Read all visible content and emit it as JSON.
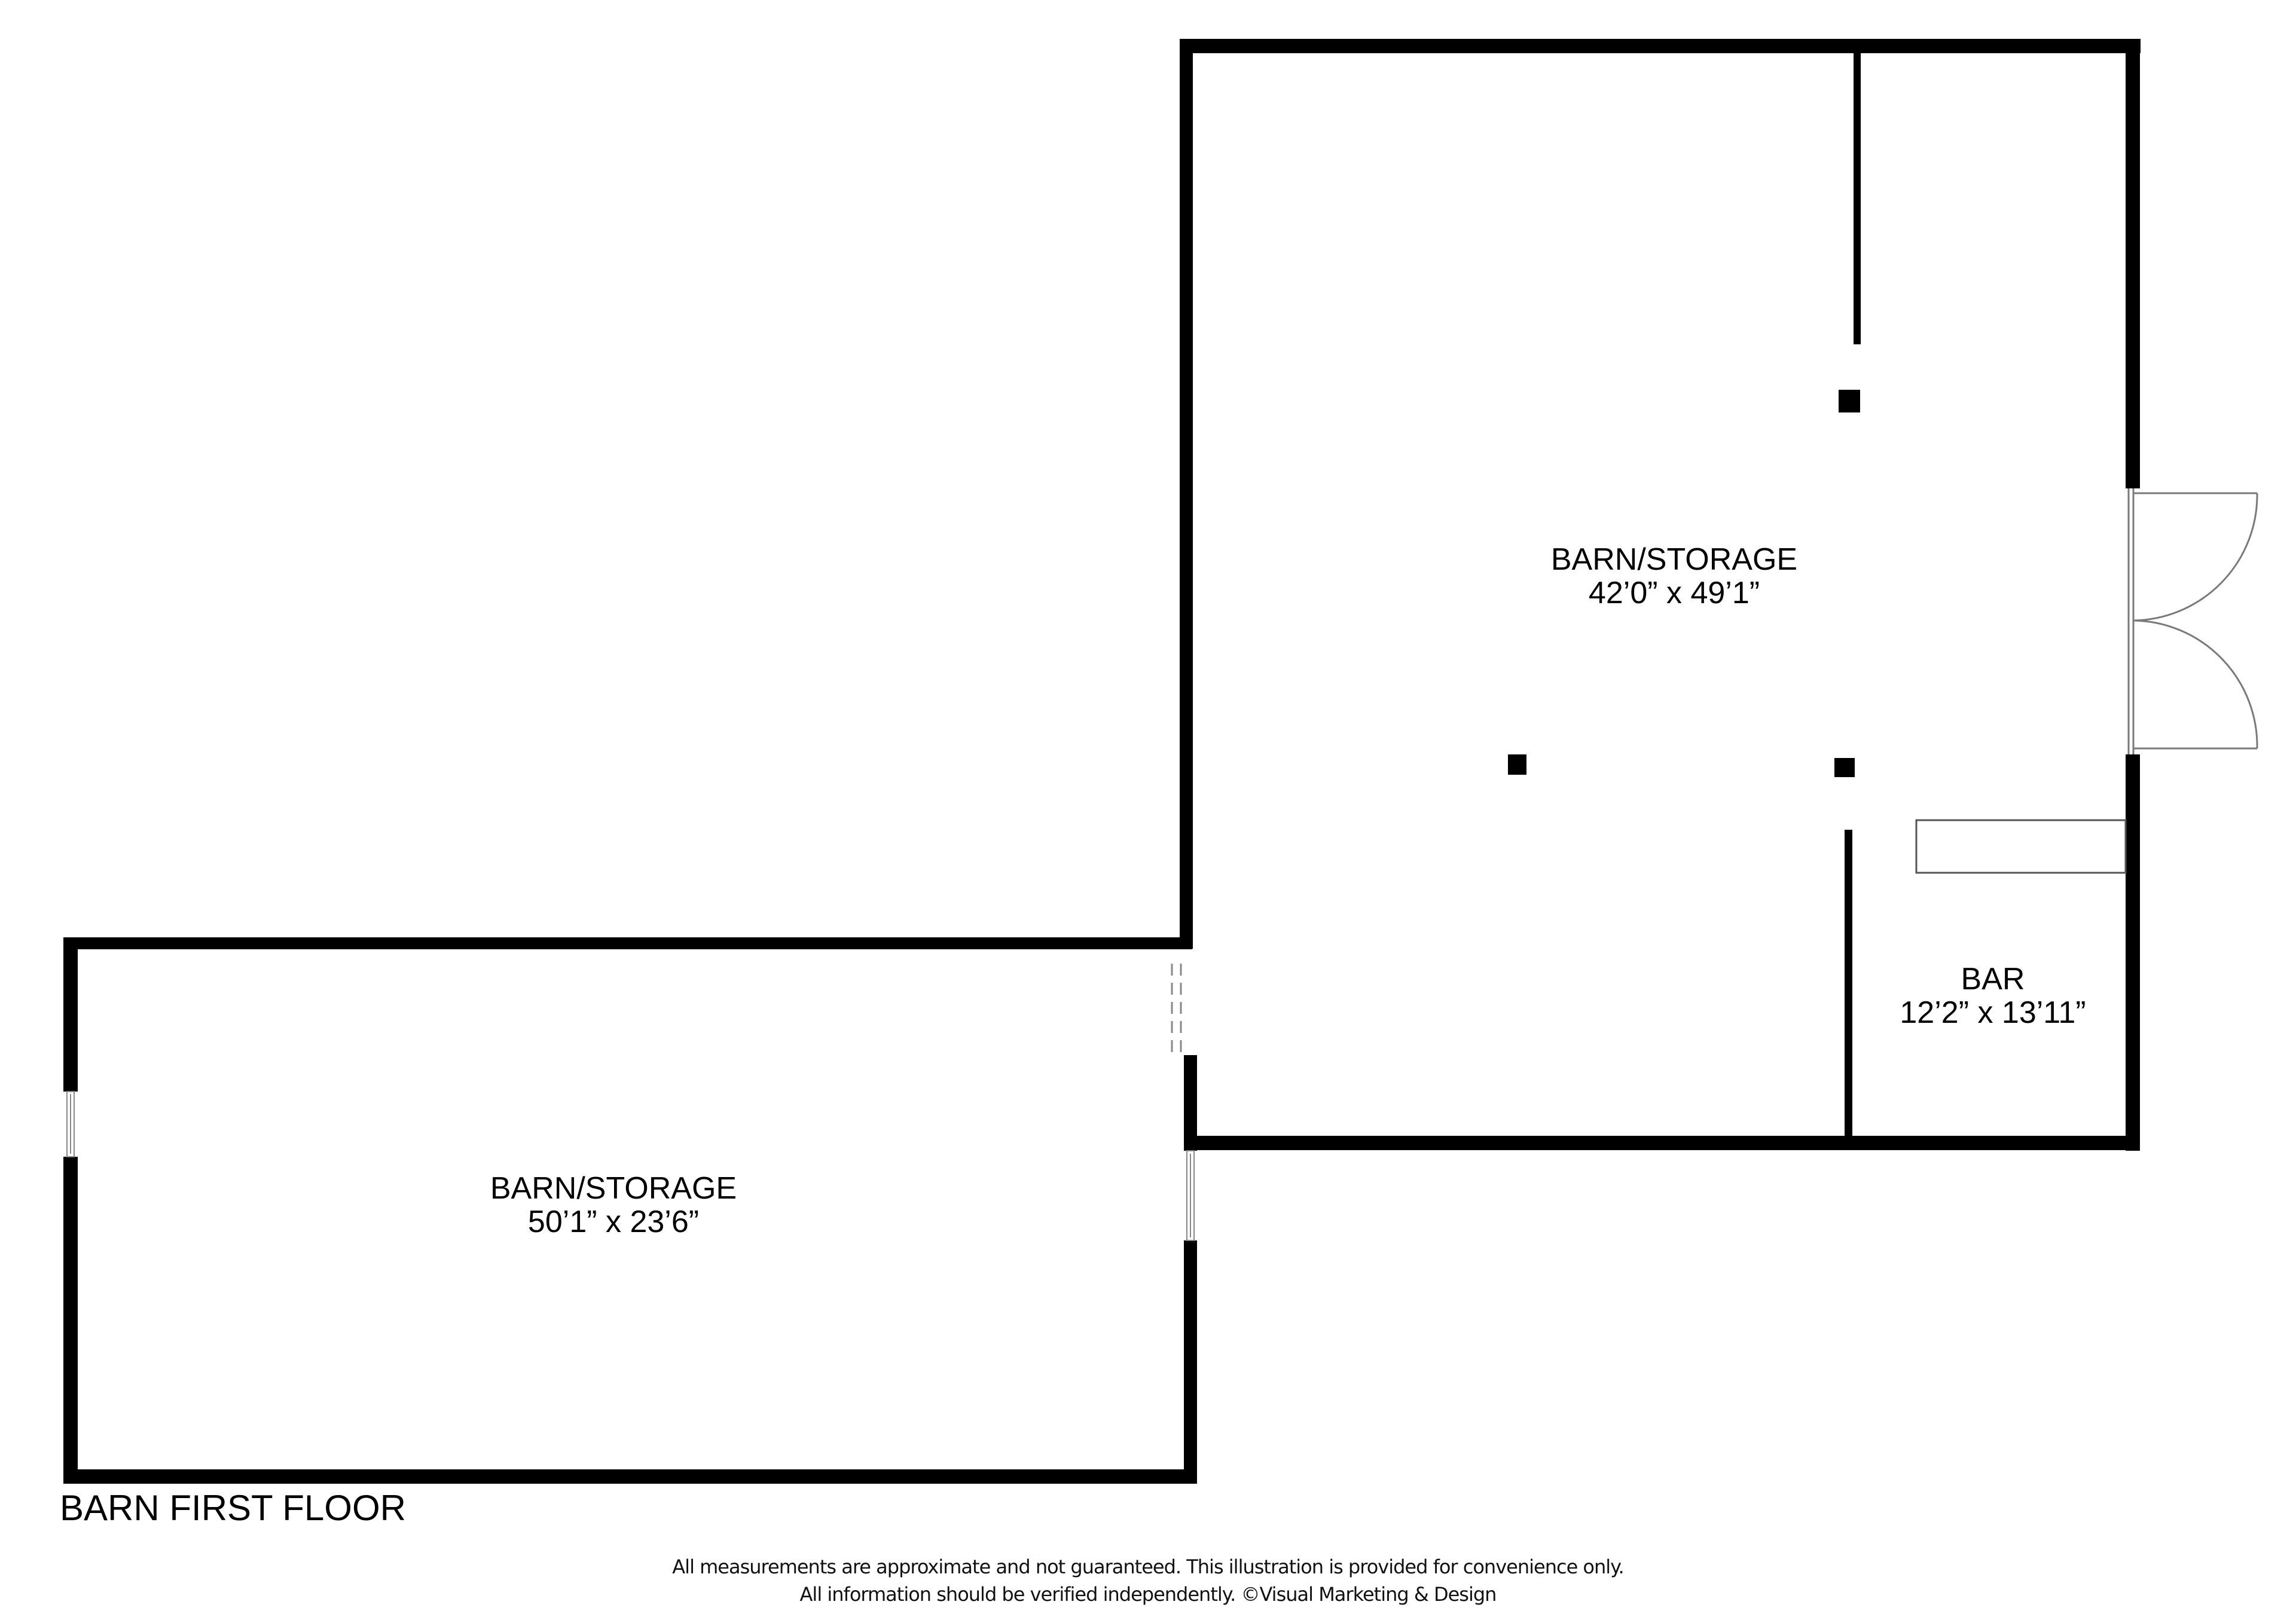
{
  "floor_title": "BARN FIRST FLOOR",
  "rooms": [
    {
      "name": "BARN/STORAGE",
      "dimensions": "42’0” x 49’1”"
    },
    {
      "name": "BAR",
      "dimensions": "12’2” x 13’11”"
    },
    {
      "name": "BARN/STORAGE",
      "dimensions": "50’1” x 23’6”"
    }
  ],
  "disclaimer": {
    "line1": "All measurements are approximate and not guaranteed. This illustration is provided for convenience only.",
    "line2": "All information should be verified independently. ©Visual Marketing & Design"
  },
  "colors": {
    "wall": "#000000",
    "fixture_line": "#7a7a7a",
    "background": "#ffffff"
  }
}
